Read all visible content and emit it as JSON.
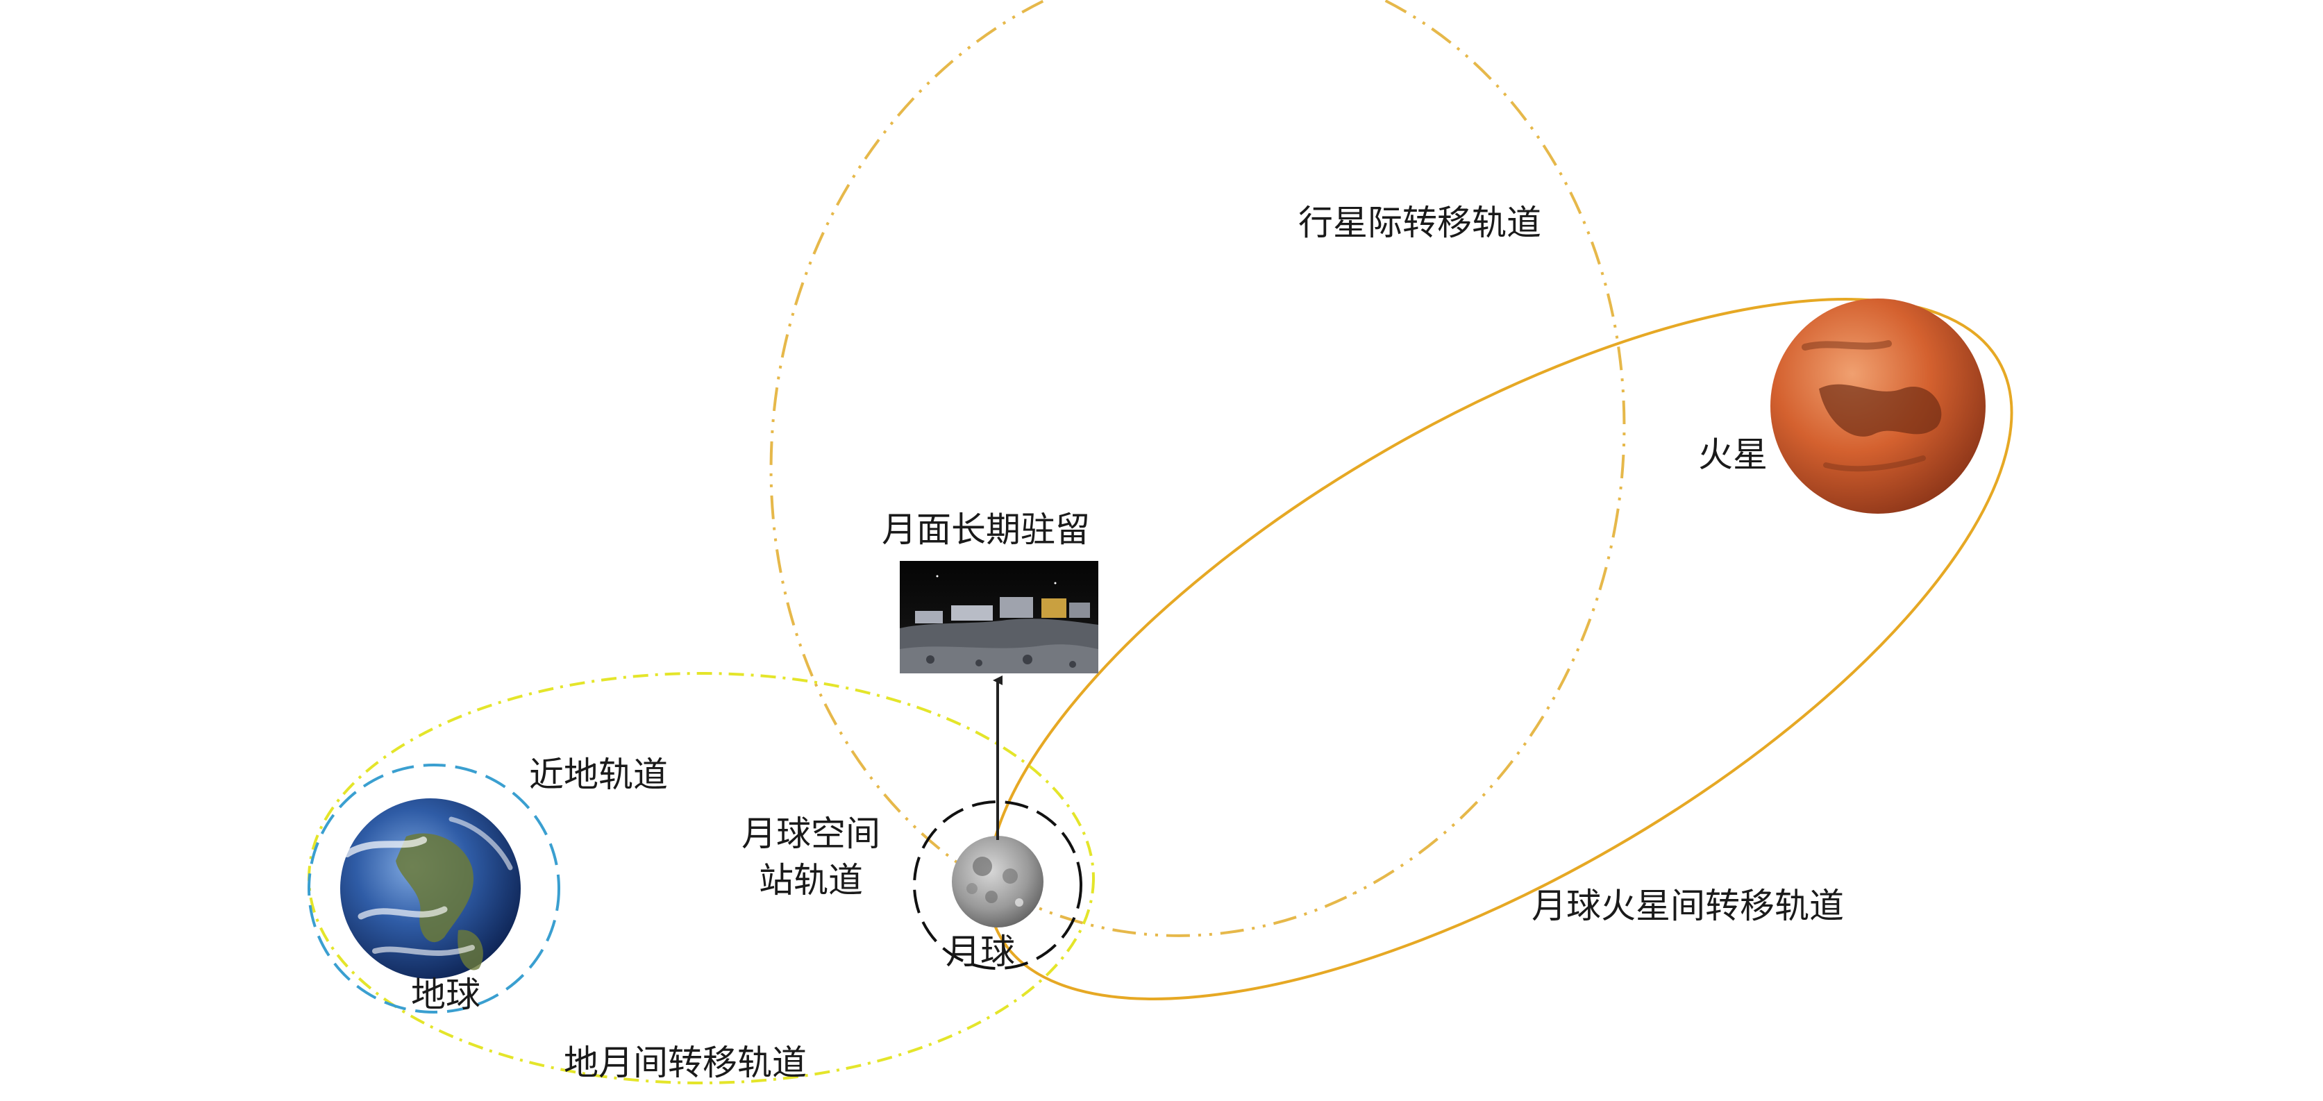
{
  "labels": {
    "near_earth_orbit": "近地轨道",
    "earth": "地球",
    "earth_moon_transfer": "地月间转移轨道",
    "lunar_station_orbit_line1": "月球空间",
    "lunar_station_orbit_line2": "站轨道",
    "moon": "月球",
    "lunar_surface_stay": "月面长期驻留",
    "interplanetary_transfer": "行星际转移轨道",
    "mars": "火星",
    "moon_mars_transfer": "月球火星间转移轨道"
  },
  "colors": {
    "near_earth_orbit": "#3a9fd0",
    "earth_moon_transfer": "#e4e52a",
    "interplanetary_transfer": "#e6b84a",
    "moon_mars_transfer": "#e6a824",
    "lunar_station_orbit": "#111111",
    "arrow": "#222222"
  }
}
